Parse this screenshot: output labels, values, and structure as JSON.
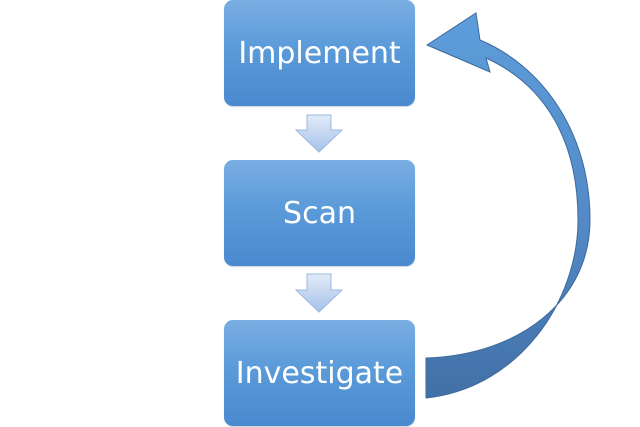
{
  "diagram": {
    "steps": [
      {
        "id": "implement",
        "label": "Implement"
      },
      {
        "id": "scan",
        "label": "Scan"
      },
      {
        "id": "investigate",
        "label": "Investigate"
      }
    ],
    "connectors": [
      {
        "from": "implement",
        "to": "scan",
        "shape": "down-arrow"
      },
      {
        "from": "scan",
        "to": "investigate",
        "shape": "down-arrow"
      },
      {
        "from": "investigate",
        "to": "implement",
        "shape": "curved-return-arrow"
      }
    ],
    "colors": {
      "box_top": "#79aee3",
      "box_bottom": "#4a89ce",
      "label": "#ffffff",
      "down_arrow_top": "#dfe9f6",
      "down_arrow_bottom": "#a9c4ea",
      "return_arrow_light": "#5b9bd9",
      "return_arrow_dark": "#4472a8"
    }
  }
}
